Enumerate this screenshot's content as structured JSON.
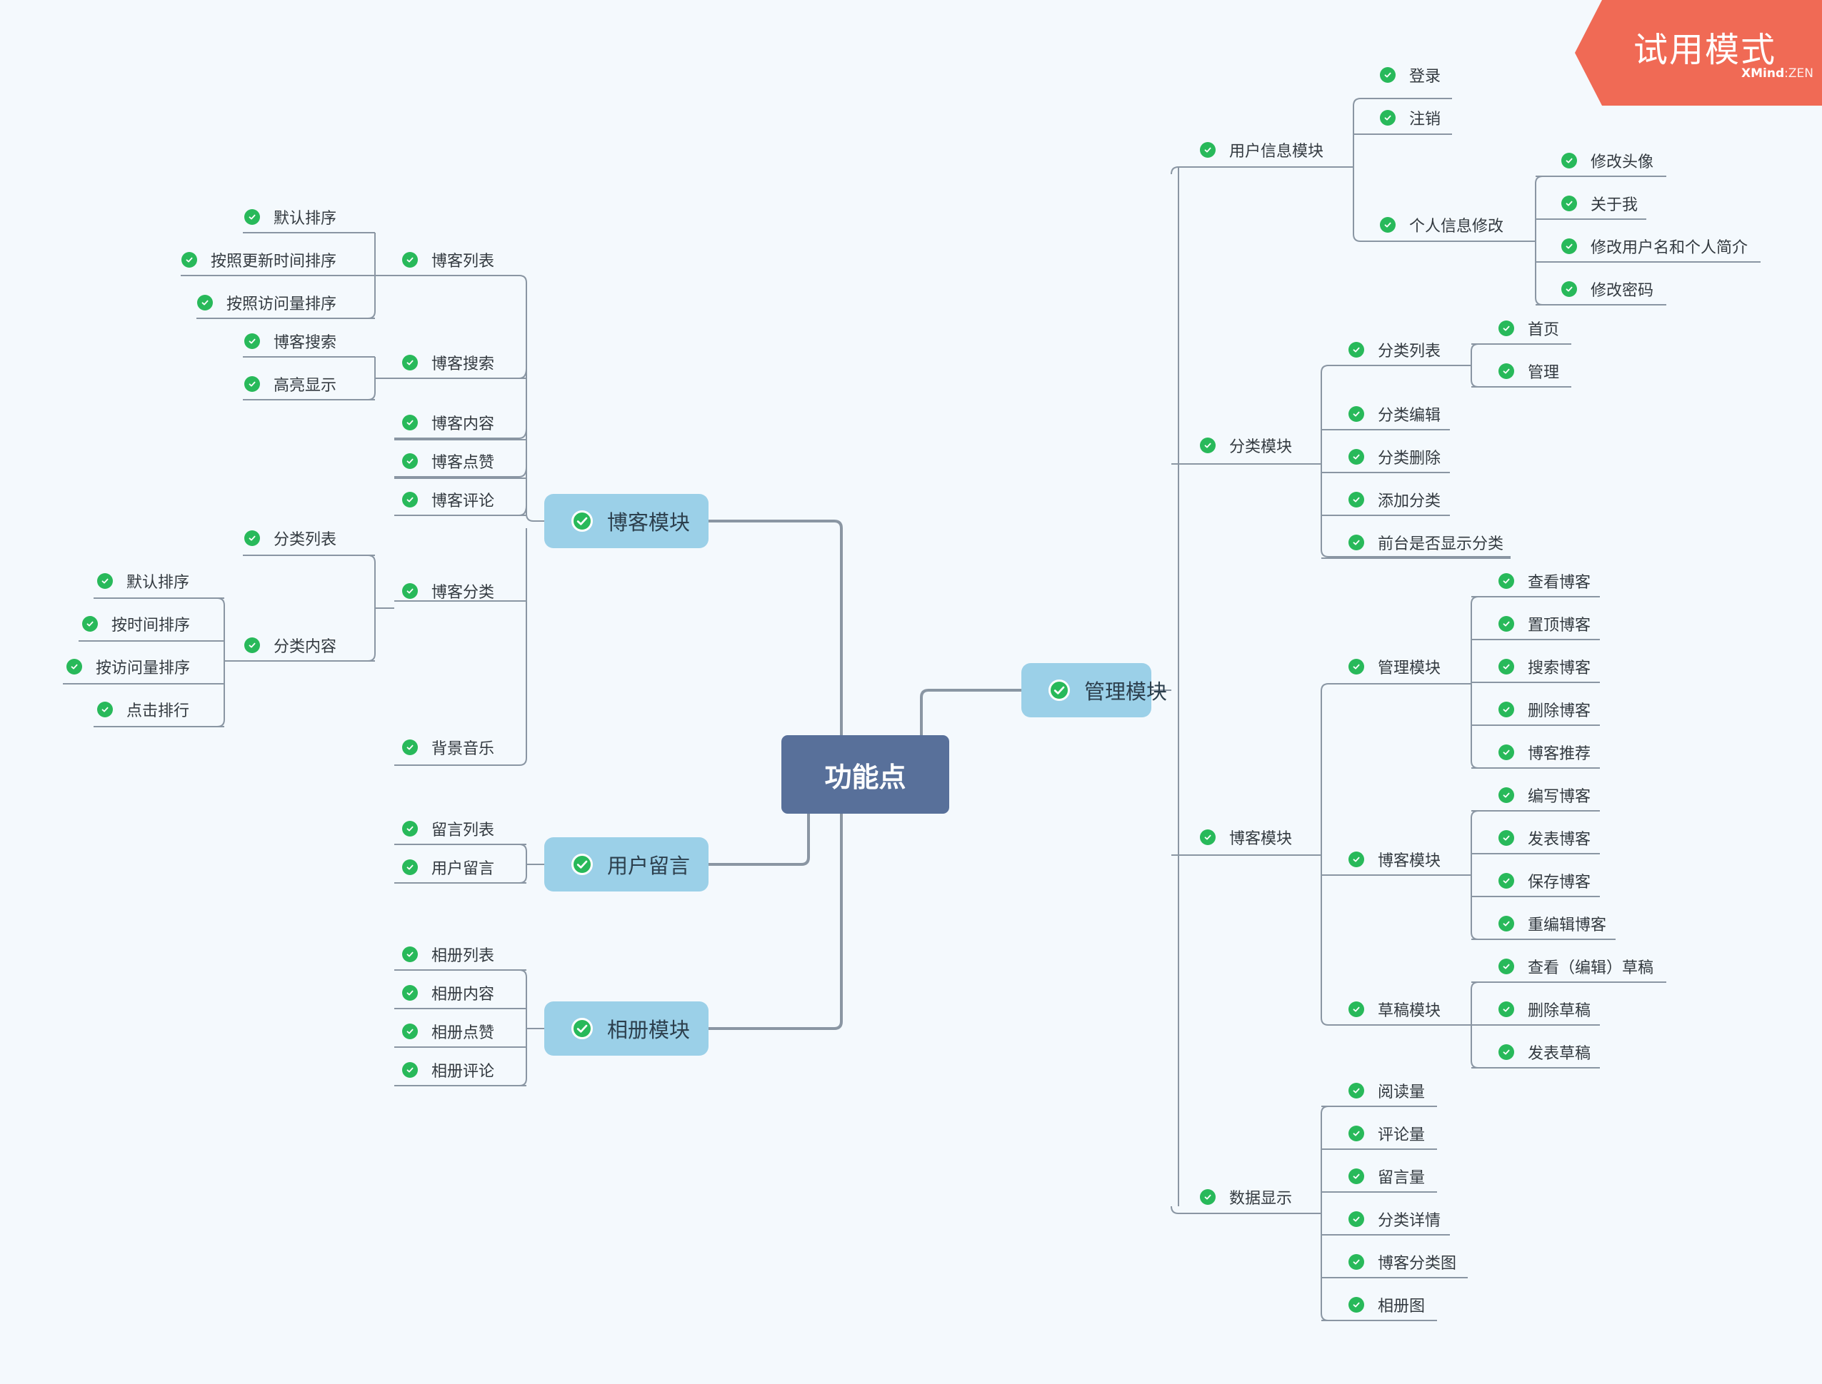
{
  "badge": {
    "title": "试用模式",
    "brand": "XMind",
    "brand_sep": ":",
    "brand_edition": "ZEN",
    "color": "#f06a55"
  },
  "colors": {
    "central": "#58709a",
    "branch": "#9bd0e8",
    "check": "#28b95a",
    "line": "#8a96a3"
  },
  "central": "功能点",
  "branches": {
    "blog": {
      "label": "博客模块",
      "list": {
        "label": "博客列表",
        "children": [
          "默认排序",
          "按照更新时间排序",
          "按照访问量排序"
        ]
      },
      "search": {
        "label": "博客搜索",
        "children": [
          "博客搜索",
          "高亮显示"
        ]
      },
      "content": "博客内容",
      "like": "博客点赞",
      "comment": "博客评论",
      "category": {
        "label": "博客分类",
        "list": "分类列表",
        "content": {
          "label": "分类内容",
          "children": [
            "默认排序",
            "按时间排序",
            "按访问量排序",
            "点击排行"
          ]
        }
      },
      "music": "背景音乐"
    },
    "message": {
      "label": "用户留言",
      "children": [
        "留言列表",
        "用户留言"
      ]
    },
    "album": {
      "label": "相册模块",
      "children": [
        "相册列表",
        "相册内容",
        "相册点赞",
        "相册评论"
      ]
    },
    "admin": {
      "label": "管理模块",
      "user": {
        "label": "用户信息模块",
        "login": "登录",
        "logout": "注销",
        "edit": {
          "label": "个人信息修改",
          "children": [
            "修改头像",
            "关于我",
            "修改用户名和个人简介",
            "修改密码"
          ]
        }
      },
      "category": {
        "label": "分类模块",
        "list": {
          "label": "分类列表",
          "children": [
            "首页",
            "管理"
          ]
        },
        "items": [
          "分类编辑",
          "分类删除",
          "添加分类",
          "前台是否显示分类"
        ]
      },
      "blog": {
        "label": "博客模块",
        "manage": {
          "label": "管理模块",
          "children": [
            "查看博客",
            "置顶博客",
            "搜索博客",
            "删除博客",
            "博客推荐"
          ]
        },
        "post": {
          "label": "博客模块",
          "children": [
            "编写博客",
            "发表博客",
            "保存博客",
            "重编辑博客"
          ]
        },
        "draft": {
          "label": "草稿模块",
          "children": [
            "查看（编辑）草稿",
            "删除草稿",
            "发表草稿"
          ]
        }
      },
      "stats": {
        "label": "数据显示",
        "children": [
          "阅读量",
          "评论量",
          "留言量",
          "分类详情",
          "博客分类图",
          "相册图"
        ]
      }
    }
  }
}
